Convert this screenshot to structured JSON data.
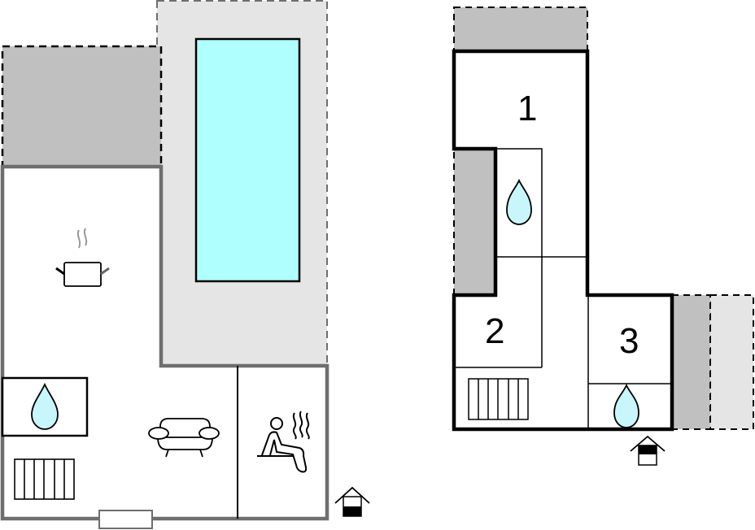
{
  "diagram": {
    "type": "floor-plan",
    "colors": {
      "background": "#ffffff",
      "terrace_dark": "#c0c0c0",
      "terrace_light": "#e5e5e5",
      "pool_water": "#b0ffff",
      "water_drop": "#c8f6fa",
      "wall_grey": "#6e6e6e",
      "wall_black": "#000000"
    },
    "ground_floor": {
      "areas": [
        {
          "id": "terrace-covered",
          "kind": "covered terrace"
        },
        {
          "id": "pool-deck",
          "kind": "pool terrace"
        },
        {
          "id": "pool",
          "kind": "swimming pool"
        },
        {
          "id": "kitchen-living",
          "kind": "kitchen / living room"
        },
        {
          "id": "bathroom",
          "kind": "bathroom"
        },
        {
          "id": "sauna",
          "kind": "sauna room"
        }
      ],
      "icons": [
        {
          "name": "kitchen-pot-icon",
          "meaning": "kitchen"
        },
        {
          "name": "water-drop-icon",
          "meaning": "bathroom"
        },
        {
          "name": "radiator-icon",
          "meaning": "heating"
        },
        {
          "name": "sofa-icon",
          "meaning": "living room"
        },
        {
          "name": "sauna-icon",
          "meaning": "sauna"
        },
        {
          "name": "entrance-icon",
          "meaning": "entrance"
        }
      ]
    },
    "upper_floor": {
      "rooms": [
        {
          "id": "room-1",
          "label": "1"
        },
        {
          "id": "room-2",
          "label": "2"
        },
        {
          "id": "room-3",
          "label": "3"
        }
      ],
      "icons": [
        {
          "name": "water-drop-icon",
          "meaning": "bathroom"
        },
        {
          "name": "water-drop-icon",
          "meaning": "bathroom"
        },
        {
          "name": "radiator-icon",
          "meaning": "heating"
        },
        {
          "name": "entrance-icon",
          "meaning": "entrance"
        }
      ]
    }
  }
}
